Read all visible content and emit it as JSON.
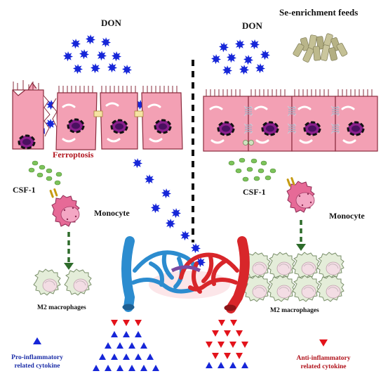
{
  "labels": {
    "don_left": "DON",
    "don_right": "DON",
    "se_feeds": "Se-enrichment feeds",
    "ferroptosis": "Ferroptosis",
    "csf1_left": "CSF-1",
    "csf1_right": "CSF-1",
    "monocyte_left": "Monocyte",
    "monocyte_right": "Monocyte",
    "m2_left": "M2 macrophages",
    "m2_right": "M2 macrophages",
    "legend_pro_line1": "Pro-inflammatory",
    "legend_pro_line2": "related cytokine",
    "legend_anti_line1": "Anti-inflammatory",
    "legend_anti_line2": "related cytokine"
  },
  "colors": {
    "cell_fill": "#f3a0b4",
    "cell_stroke": "#8a2c3e",
    "don_star": "#1626d8",
    "csf1": "#7cc35a",
    "pro_triangle": "#1626d8",
    "anti_triangle": "#e3131b",
    "ferroptosis_text": "#b0121b",
    "arrow_green": "#2d6b2a",
    "vein_blue": "#2c8ccf",
    "artery_red": "#d8262a"
  },
  "icons": [
    "don-star-icon",
    "csf1-dot-icon",
    "monocyte-icon",
    "macrophage-icon",
    "nucleus-icon",
    "blood-vessel-icon",
    "feed-pellet-icon",
    "cytokine-triangle-icon"
  ]
}
